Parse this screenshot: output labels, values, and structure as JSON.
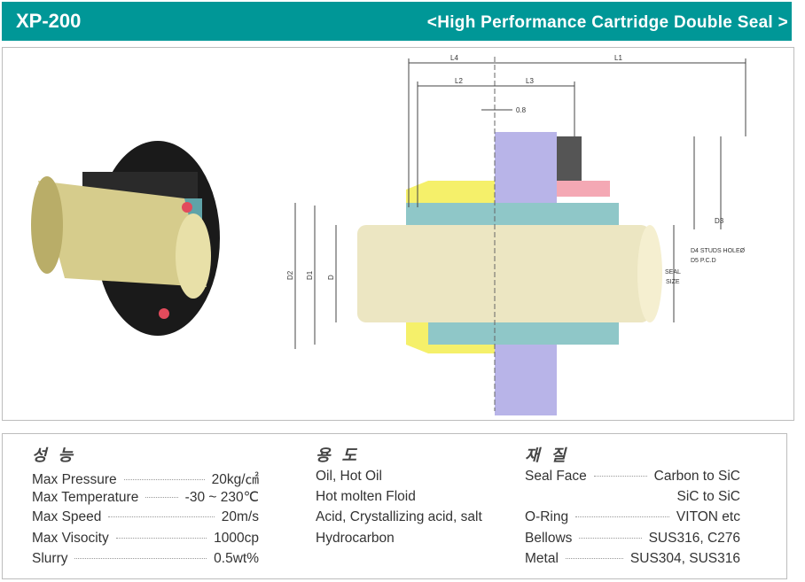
{
  "header": {
    "model": "XP-200",
    "subtitle": "<High Performance Cartridge Double Seal >"
  },
  "drawing": {
    "labels": {
      "l4": "L4",
      "l1": "L1",
      "l2": "L2",
      "l3": "L3",
      "gap": "0.8",
      "d2": "D2",
      "d1": "D1",
      "d": "D",
      "d3": "D3",
      "d4": "D4 STUDS HOLEØ",
      "d5": "D5 P.C.D",
      "seal1": "SEAL",
      "seal2": "SIZE"
    }
  },
  "performance": {
    "title": "성 능",
    "rows": [
      {
        "label": "Max Pressure",
        "value": "20kg/㎠"
      },
      {
        "label": "Max Temperature",
        "value": "-30 ~ 230℃"
      },
      {
        "label": "Max Speed",
        "value": "20m/s"
      },
      {
        "label": "Max Visocity",
        "value": "1000cp"
      },
      {
        "label": "Slurry",
        "value": "0.5wt%"
      }
    ]
  },
  "usage": {
    "title": "용 도",
    "items": [
      "Oil, Hot Oil",
      "Hot molten Floid",
      "Acid, Crystallizing acid, salt",
      "Hydrocarbon"
    ]
  },
  "material": {
    "title": "재 질",
    "rows": [
      {
        "label": "Seal Face",
        "value": "Carbon to SiC"
      },
      {
        "label": "",
        "value": "SiC to SiC"
      },
      {
        "label": "O-Ring",
        "value": "VITON etc"
      },
      {
        "label": "Bellows",
        "value": "SUS316, C276"
      },
      {
        "label": "Metal",
        "value": "SUS304, SUS316"
      }
    ]
  }
}
